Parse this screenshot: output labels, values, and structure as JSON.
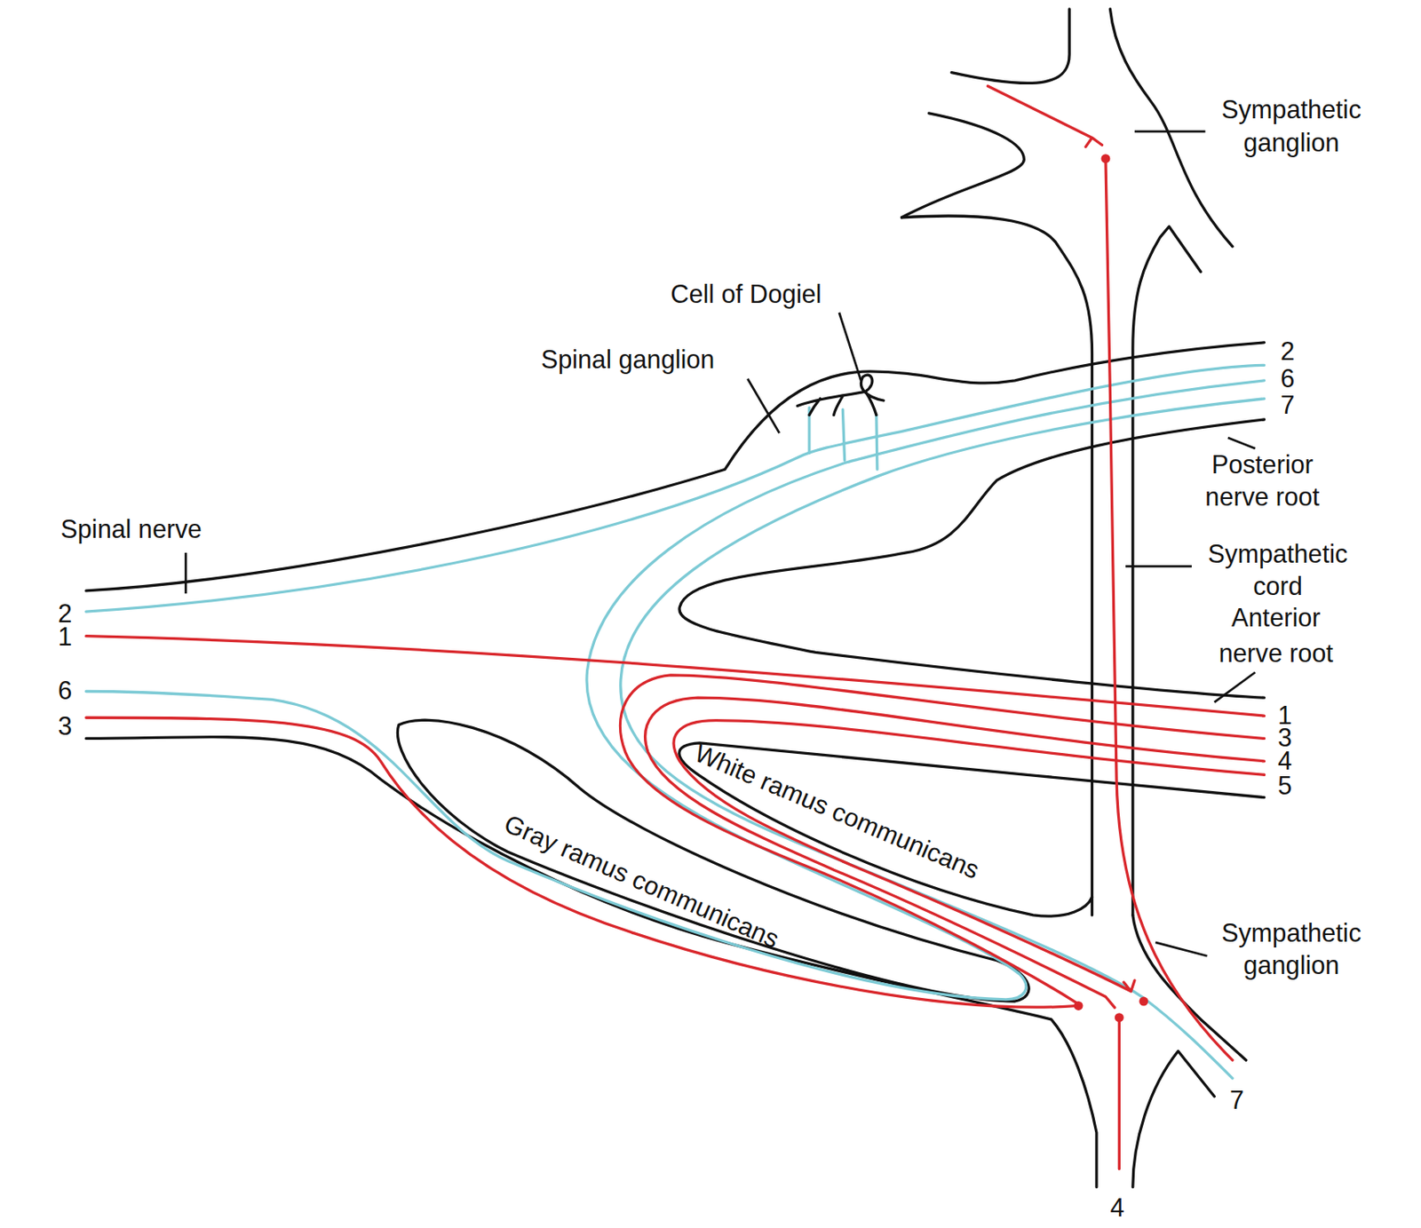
{
  "diagram": {
    "labels": [
      "Sympathetic ganglion",
      "Cell of Dogiel",
      "Spinal ganglion",
      "2",
      "6",
      "7",
      "Posterior nerve root",
      "Spinal nerve",
      "2",
      "1",
      "6",
      "3",
      "Sympathetic cord",
      "Anterior nerve root",
      "1",
      "3",
      "4",
      "5",
      "White ramus communicans",
      "Gray ramus communicans",
      "Sympathetic ganglion",
      "7",
      "4"
    ]
  }
}
